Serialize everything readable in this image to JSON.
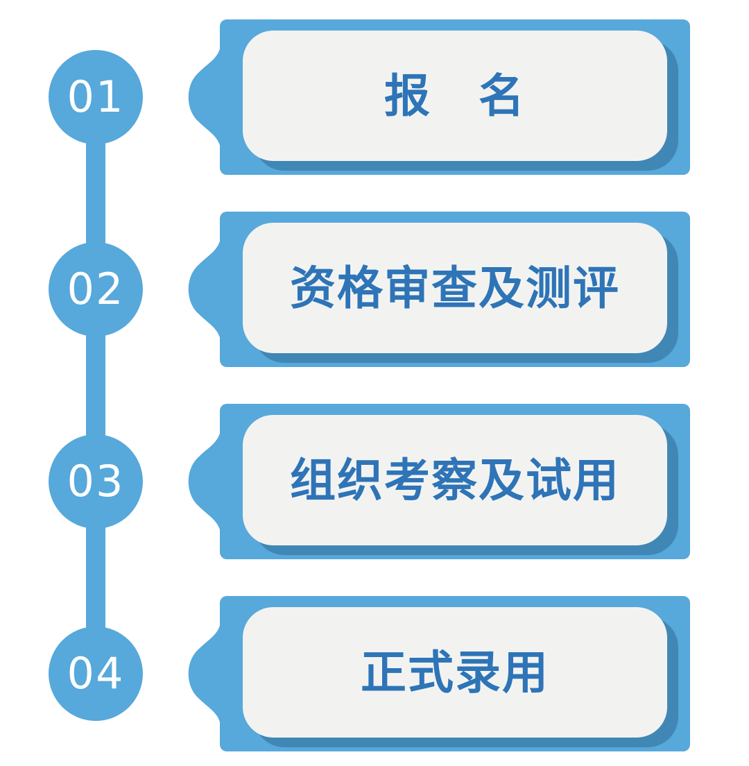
{
  "palette": {
    "primary_blue": "#57a8db",
    "shadow_blue": "#4187b5",
    "card_bg": "#f2f3f1",
    "label_blue": "#2e74b7",
    "number_color": "#ffffff",
    "page_bg": "#ffffff"
  },
  "steps": [
    {
      "number": "01",
      "label": "报　名"
    },
    {
      "number": "02",
      "label": "资格审查及测评"
    },
    {
      "number": "03",
      "label": "组织考察及试用"
    },
    {
      "number": "04",
      "label": "正式录用"
    }
  ]
}
